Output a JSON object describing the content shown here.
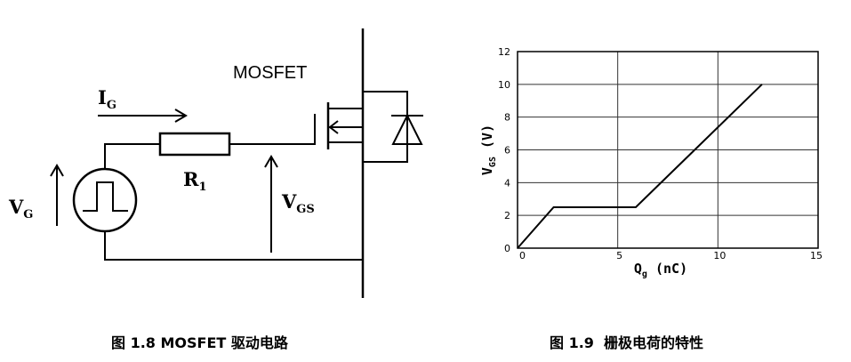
{
  "circuit": {
    "mosfet_label": "MOSFET",
    "ig_label": "I",
    "ig_sub": "G",
    "r1_label": "R",
    "r1_sub": "1",
    "vg_label": "V",
    "vg_sub": "G",
    "vgs_label": "V",
    "vgs_sub": "GS"
  },
  "chart_data": {
    "type": "line",
    "title": "",
    "xlabel_main": "Q",
    "xlabel_sub": "g",
    "xlabel_unit": " (nC)",
    "ylabel_main": "V",
    "ylabel_sub": "GS",
    "ylabel_unit": " (V)",
    "xlim": [
      0,
      15
    ],
    "ylim": [
      0,
      12
    ],
    "xticks": [
      0,
      5,
      10,
      15
    ],
    "yticks": [
      0,
      2,
      4,
      6,
      8,
      10,
      12
    ],
    "grid": true,
    "series": [
      {
        "x": [
          0,
          1.8,
          5.9,
          12.2
        ],
        "y": [
          0,
          2.5,
          2.5,
          10
        ]
      }
    ]
  },
  "captions": {
    "left": "图 1.8 MOSFET 驱动电路",
    "right": "图 1.9  栅极电荷的特性"
  }
}
